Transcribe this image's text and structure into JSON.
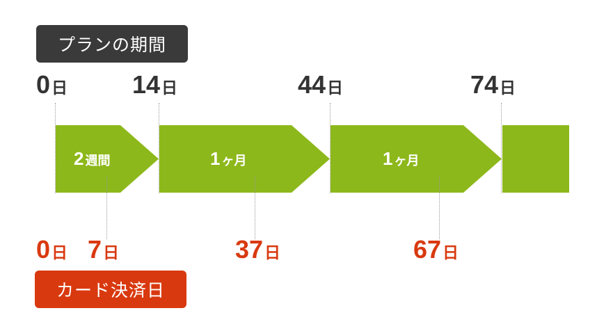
{
  "plan_label": "プランの期間",
  "payment_label": "カード決済日",
  "top_days": [
    {
      "num": "0",
      "unit": "日"
    },
    {
      "num": "14",
      "unit": "日"
    },
    {
      "num": "44",
      "unit": "日"
    },
    {
      "num": "74",
      "unit": "日"
    }
  ],
  "segments": [
    {
      "num": "2",
      "unit": "週間"
    },
    {
      "num": "1",
      "unit": "ヶ月"
    },
    {
      "num": "1",
      "unit": "ヶ月"
    }
  ],
  "payment_days": [
    {
      "num": "0",
      "unit": "日"
    },
    {
      "num": "7",
      "unit": "日"
    },
    {
      "num": "37",
      "unit": "日"
    },
    {
      "num": "67",
      "unit": "日"
    }
  ],
  "colors": {
    "segment": "#8db81b",
    "plan_tag": "#3a3a3a",
    "payment": "#d9390f"
  }
}
